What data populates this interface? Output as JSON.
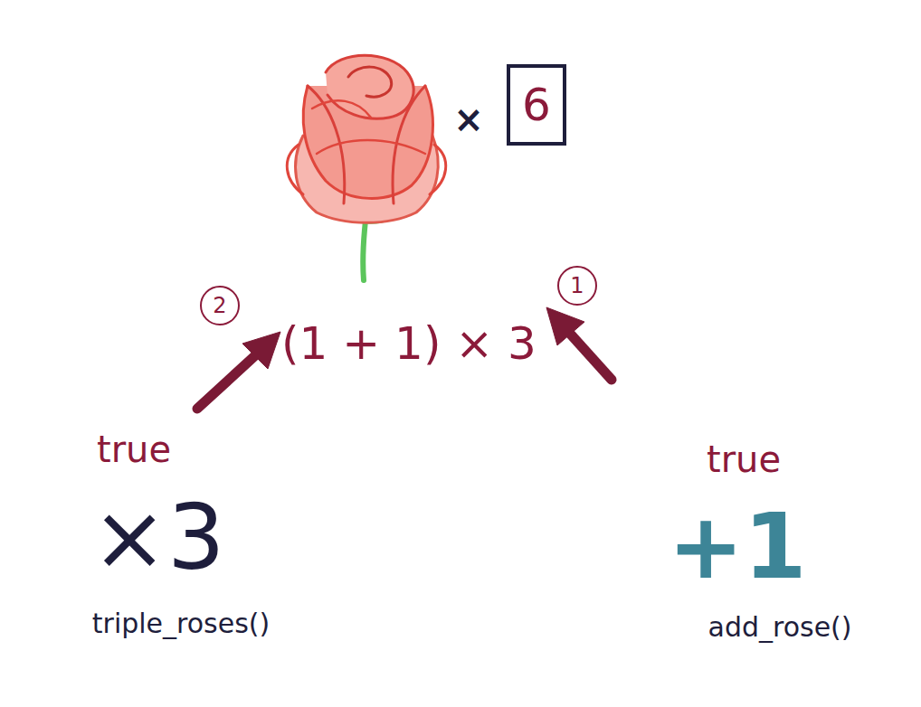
{
  "diagram": {
    "nodes": [
      {
        "text": [
          "6"
        ]
      },
      {
        "text": [
          "2"
        ]
      },
      {
        "text": [
          "1"
        ]
      }
    ],
    "labels": [
      "×",
      "(1 + 1) × 3",
      "true",
      "true",
      "×3",
      "+1",
      "triple_roses()",
      "add_rose()"
    ]
  }
}
